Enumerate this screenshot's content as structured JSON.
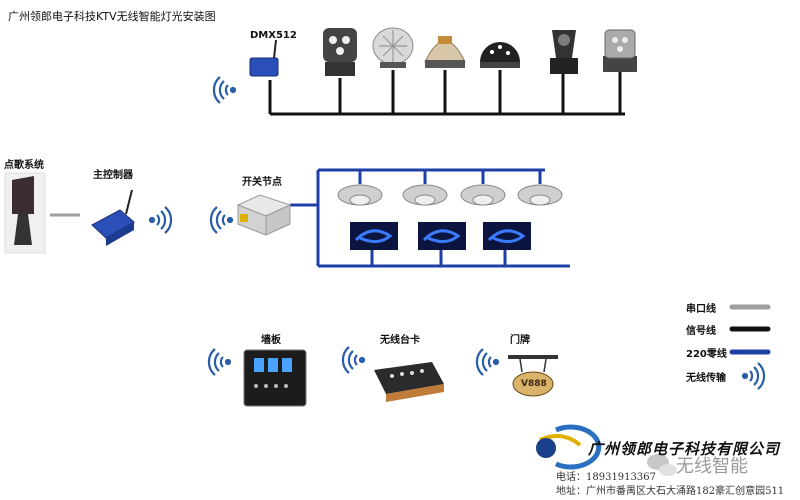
{
  "title": "广州领郎电子科技KTV无线智能灯光安装图",
  "labels": {
    "dmx": "DMX512",
    "karaoke": "点歌系统",
    "controller": "主控制器",
    "switch_node": "开关节点",
    "wall_panel": "墙板",
    "wireless_card": "无线台卡",
    "door_plate": "门牌",
    "door_plate_text": "V888"
  },
  "legend": [
    {
      "label": "串口线",
      "color": "#9e9e9e",
      "kind": "line"
    },
    {
      "label": "信号线",
      "color": "#111111",
      "kind": "line"
    },
    {
      "label": "220零线",
      "color": "#1e3fa8",
      "kind": "line"
    },
    {
      "label": "无线传输",
      "color": "#2a5ea8",
      "kind": "wireless"
    }
  ],
  "footer": {
    "company": "广州领郎电子科技有限公司",
    "phone": "电话：18931913367",
    "address": "地址：广州市番禺区大石大涌路182豪汇创意园511",
    "wechat": "无线智能"
  },
  "colors": {
    "signal": "#111111",
    "neutral": "#1e3fa8",
    "serial": "#9e9e9e",
    "wireless": "#2a5ea8"
  }
}
